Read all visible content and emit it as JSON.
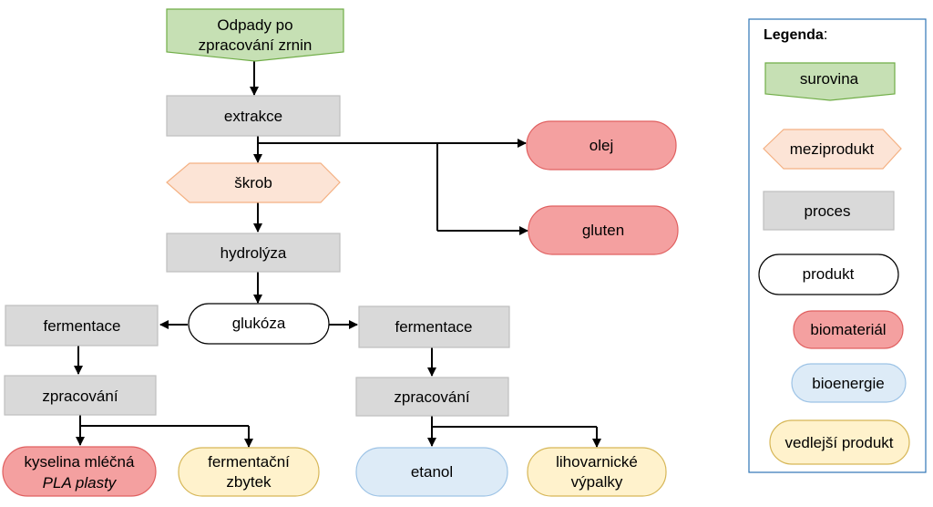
{
  "colors": {
    "surovina_fill": "#c6e0b4",
    "surovina_stroke": "#70ad47",
    "meziprodukt_fill": "#fce4d6",
    "meziprodukt_stroke": "#f4b183",
    "proces_fill": "#d9d9d9",
    "proces_stroke": "#bfbfbf",
    "produkt_fill": "#ffffff",
    "produkt_stroke": "#000000",
    "biomaterial_fill": "#f4a0a0",
    "biomaterial_stroke": "#e06060",
    "bioenergie_fill": "#ddebf7",
    "bioenergie_stroke": "#9dc3e6",
    "vedlejsi_fill": "#fff2cc",
    "vedlejsi_stroke": "#d6b656",
    "legend_border": "#2e75b6"
  },
  "nodes": {
    "odpady": [
      "Odpady po",
      "zpracování zrnin"
    ],
    "extrakce": "extrakce",
    "skrob": "škrob",
    "olej": "olej",
    "gluten": "gluten",
    "hydrolyza": "hydrolýza",
    "glukoza": "glukóza",
    "fermentace_left": "fermentace",
    "fermentace_right": "fermentace",
    "zpracovani_left": "zpracování",
    "zpracovani_right": "zpracování",
    "kyselina": [
      "kyselina mléčná",
      "PLA plasty"
    ],
    "fermentacni_zbytek": [
      "fermentační",
      "zbytek"
    ],
    "etanol": "etanol",
    "lihovarnicke": [
      "lihovarnické",
      "výpalky"
    ]
  },
  "legend": {
    "title": "Legenda",
    "colon": ":",
    "surovina": "surovina",
    "meziprodukt": "meziprodukt",
    "proces": "proces",
    "produkt": "produkt",
    "biomaterial": "biomateriál",
    "bioenergie": "bioenergie",
    "vedlejsi": "vedlejší produkt"
  }
}
